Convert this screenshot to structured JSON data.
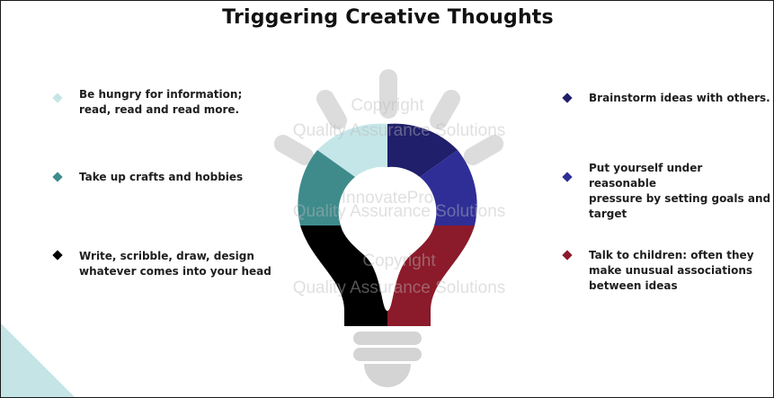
{
  "title": "Triggering Creative Thoughts",
  "left_items": [
    {
      "line1": "Be hungry for information;",
      "line2": "read, read and read more.",
      "color": "#c5e6e8"
    },
    {
      "line1": "Take up crafts and hobbies",
      "line2": "",
      "color": "#3f8b8c"
    },
    {
      "line1": "Write, scribble, draw, design",
      "line2": "whatever comes into your head",
      "color": "#000000"
    }
  ],
  "right_items": [
    {
      "line1": "Brainstorm ideas with others.",
      "line2": "",
      "line3": "",
      "color": "#1f1f6b"
    },
    {
      "line1": "Put yourself under reasonable",
      "line2": "pressure by setting goals and",
      "line3": "target",
      "color": "#2e2e96"
    },
    {
      "line1": "Talk to children: often they",
      "line2": "make unusual associations",
      "line3": "between ideas",
      "color": "#8b1a2a"
    }
  ],
  "watermark": {
    "line1": "Copyright",
    "line2": "Quality Assurance Solutions",
    "line3": "InnovatePro"
  },
  "colors": {
    "light_teal": "#c5e6e8",
    "teal": "#3f8b8c",
    "black": "#000000",
    "dark_navy": "#1f1f6b",
    "blue": "#2e2e96",
    "dark_red": "#8b1a2a",
    "ray_grey": "#dcdcdc",
    "base_grey": "#d4d4d4"
  }
}
